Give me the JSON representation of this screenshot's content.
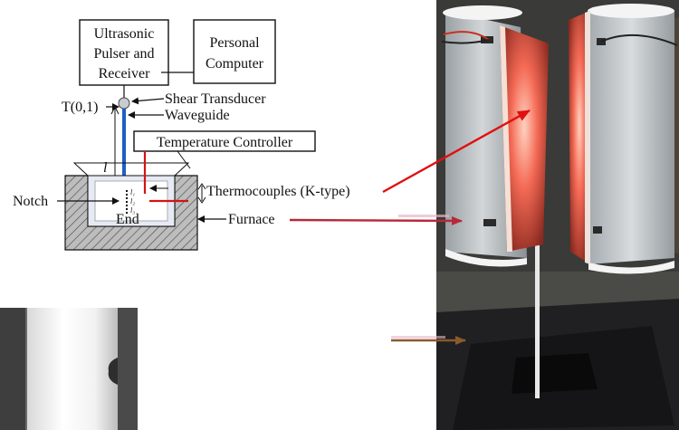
{
  "labels": {
    "pulser_line1": "Ultrasonic",
    "pulser_line2": "Pulser and",
    "pulser_line3": "Receiver",
    "pc_line1": "Personal",
    "pc_line2": "Computer",
    "mode": "T(0,1)",
    "shear_transducer": "Shear Transducer",
    "waveguide": "Waveguide",
    "temperature_controller": "Temperature Controller",
    "length_symbol": "l",
    "notch": "Notch",
    "end": "End",
    "thermocouples": "Thermocouples (K-type)",
    "furnace": "Furnace",
    "tc_l1": "l₁",
    "tc_l2": "l₂",
    "tc_l3": "l₃"
  },
  "colors": {
    "waveguide": "#1f5fc4",
    "thermocouple_wire": "#d21414",
    "callout_arrow": "#e01010",
    "furnace_arrow": "#b8283a",
    "lower_arrow": "#8a5a2c"
  }
}
